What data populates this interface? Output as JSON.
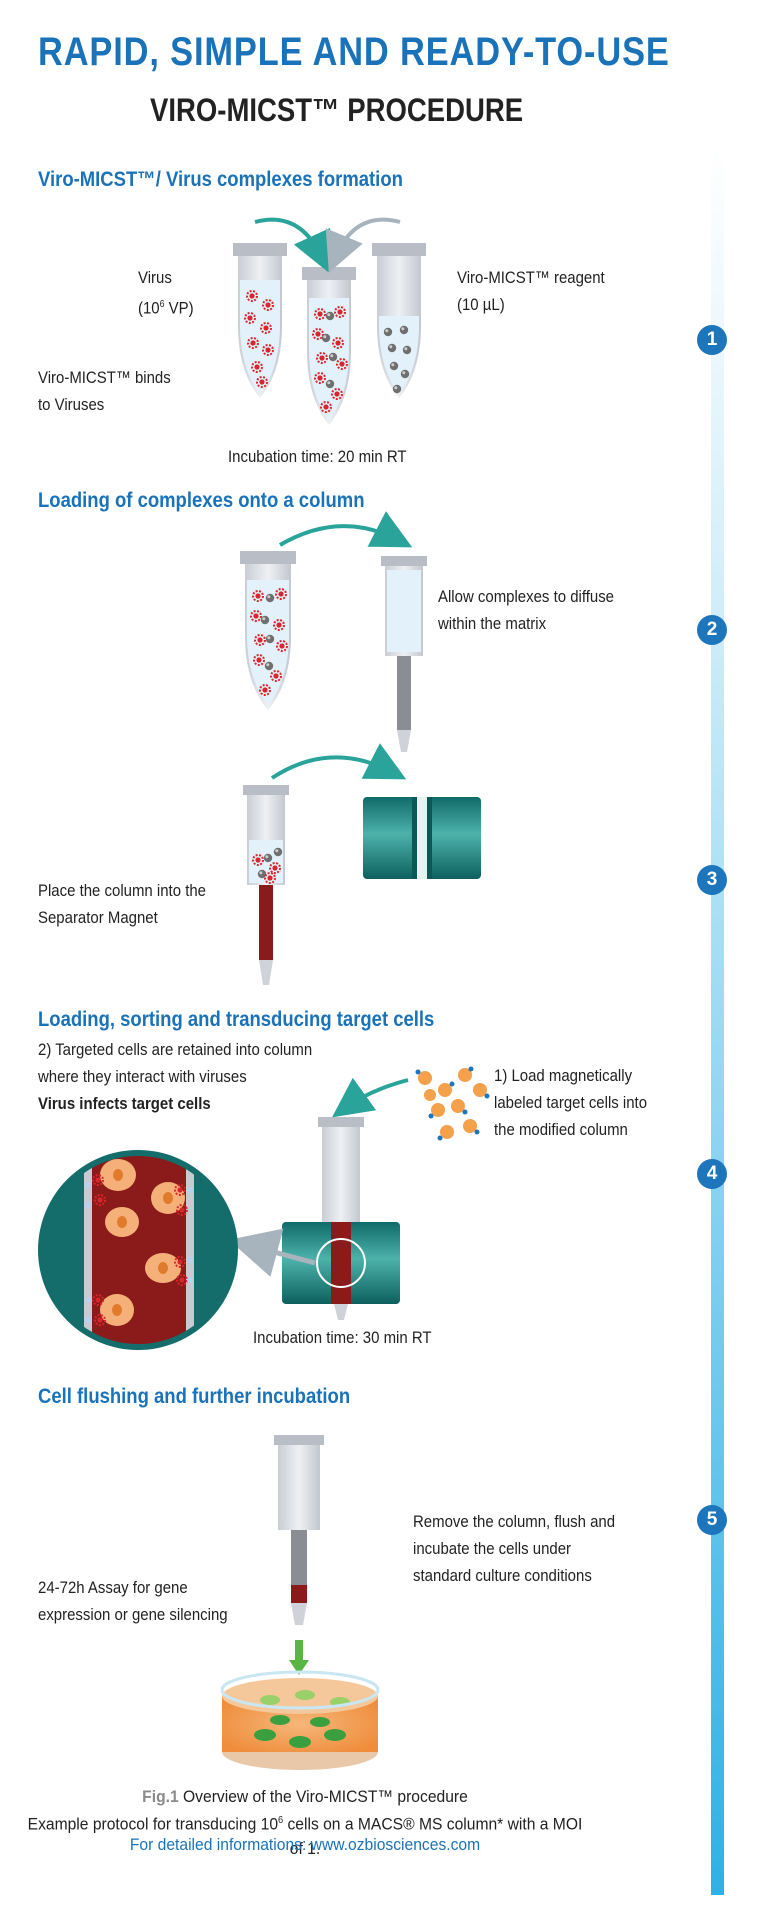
{
  "header": {
    "title": "RAPID, SIMPLE AND READY-TO-USE",
    "subtitle": "VIRO-MICST™ PROCEDURE"
  },
  "sections": {
    "s1": "Viro-MICST™/ Virus complexes formation",
    "s2": "Loading of complexes onto a column",
    "s3": "Loading, sorting and transducing target cells",
    "s4": "Cell flushing and further incubation"
  },
  "labels": {
    "virus_line1": "Virus",
    "virus_line2_a": "(10",
    "virus_line2_sup": "6",
    "virus_line2_b": " VP)",
    "reagent_line1": "Viro-MICST™ reagent",
    "reagent_line2": "(10 µL)",
    "binds_line1": "Viro-MICST™ binds",
    "binds_line2": "to Viruses",
    "incubation1": "Incubation time: 20 min RT",
    "diffuse_line1": "Allow complexes to diffuse",
    "diffuse_line2": "within the matrix",
    "place_line1": "Place the column into the",
    "place_line2": "Separator Magnet",
    "retained_line1": "2) Targeted cells are retained into column",
    "retained_line2": "where they interact with viruses",
    "infects": "Virus infects target cells",
    "load_line1": "1) Load magnetically",
    "load_line2": "labeled target cells into",
    "load_line3": "the modified column",
    "incubation2": "Incubation time: 30 min RT",
    "remove_line1": "Remove the column, flush and",
    "remove_line2": "incubate the cells under",
    "remove_line3": "standard culture conditions",
    "assay_line1": "24-72h Assay for gene",
    "assay_line2": "expression or gene silencing"
  },
  "steps": [
    "1",
    "2",
    "3",
    "4",
    "5"
  ],
  "caption": {
    "fig": "Fig.1",
    "line1": " Overview of the Viro-MICST™ procedure",
    "line2_a": "Example protocol for transducing 10",
    "line2_sup": "6",
    "line2_b": " cells on a MACS® MS column* with a MOI of 1.",
    "line3": "For detailed informations: www.ozbiosciences.com"
  },
  "colors": {
    "blue": "#1a72b9",
    "teal": "#2aa39a",
    "magnet": "#137b78",
    "virus": "#d8262c",
    "bead": "#7b7b7b",
    "darkred": "#8b1a1a"
  }
}
